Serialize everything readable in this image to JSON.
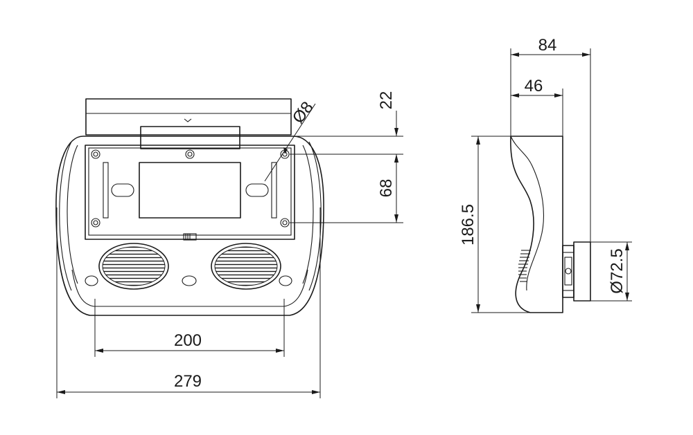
{
  "dimensions": {
    "total_width": "279",
    "speaker_spacing": "200",
    "top_offset": "22",
    "hole_spacing": "68",
    "hole_diameter": "Ø8",
    "height": "186.5",
    "depth_total": "84",
    "depth_body": "46",
    "mount_diameter": "Ø72.5"
  }
}
